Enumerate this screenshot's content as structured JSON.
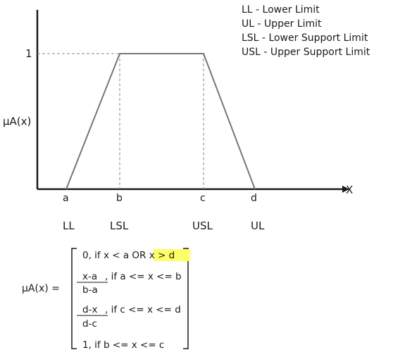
{
  "legend": [
    "LL - Lower Limit",
    "UL - Upper Limit",
    "LSL - Lower Support Limit",
    "USL - Upper Support Limit"
  ],
  "axes": {
    "y_label": "μA(x)",
    "y_tick": "1",
    "x_label": "X"
  },
  "points": {
    "a": "a",
    "b": "b",
    "c": "c",
    "d": "d"
  },
  "limits": {
    "ll": "LL",
    "lsl": "LSL",
    "usl": "USL",
    "ul": "UL"
  },
  "formula": {
    "lhs": "μA(x) =",
    "case1_prefix": "0, if x < a OR ",
    "case1_highlight": "x > d",
    "case2_num": "x-a",
    "case2_den": "b-a",
    "case2_cond": ", if a <= x <= b",
    "case3_num": "d-x",
    "case3_den": "d-c",
    "case3_cond": ", if c <= x <= d",
    "case4": "1, if b <= x <= c"
  },
  "colors": {
    "line": "#1a1a1a",
    "shape": "#777777",
    "dashed": "#8a8a8a",
    "highlight": "#ffff66"
  }
}
